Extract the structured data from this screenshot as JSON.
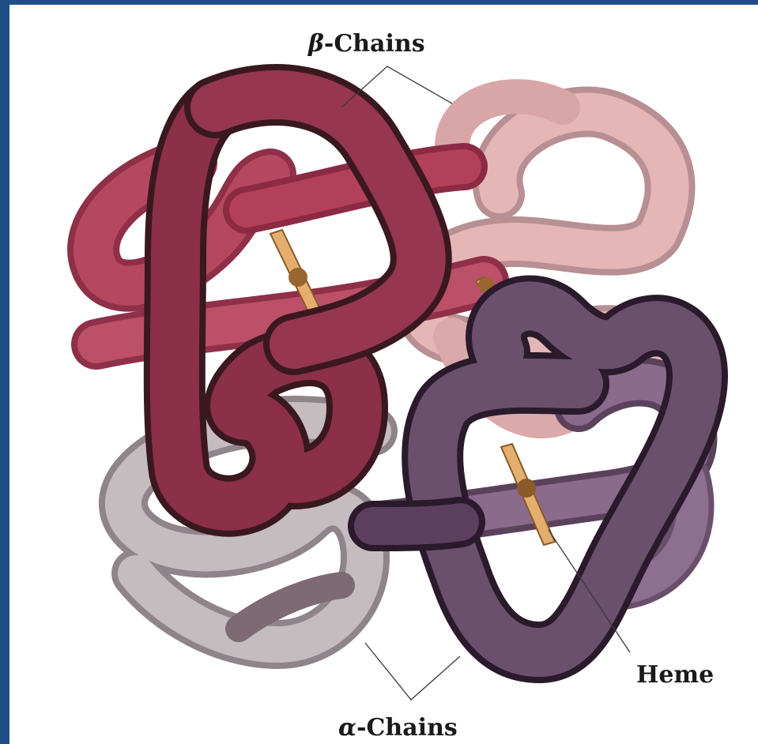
{
  "labels": {
    "beta_greek": "β",
    "beta_text": "-Chains",
    "alpha_greek": "α",
    "alpha_text": "-Chains",
    "heme": "Heme"
  },
  "colors": {
    "page_border": "#1f4f86",
    "background": "#ffffff",
    "beta_chain_dark": "#8c2f48",
    "beta_chain_light": "#e2b4b4",
    "beta_chain_mid": "#b5455e",
    "alpha_chain_dark": "#5e4560",
    "alpha_chain_light": "#bdb3b8",
    "alpha_chain_mid": "#7d5f80",
    "heme": "#e8b270",
    "leader_line": "#3a3a3a"
  }
}
